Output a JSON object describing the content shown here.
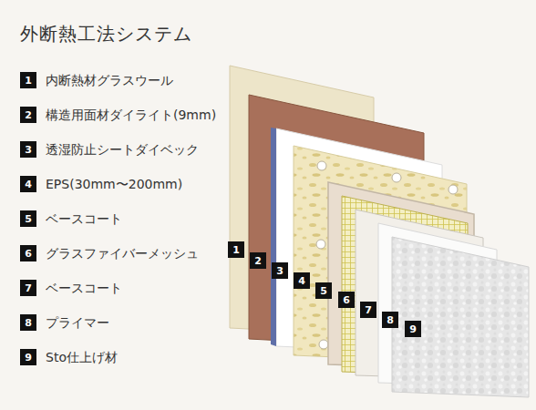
{
  "diagram": {
    "title": "外断熱工法システム",
    "nodes": [
      {
        "text": [
          "1",
          "内断熱材グラスウール"
        ]
      },
      {
        "text": [
          "2",
          "構造用面材ダイライト(9mm)"
        ]
      },
      {
        "text": [
          "3",
          "透湿防止シートダイベック"
        ]
      },
      {
        "text": [
          "4",
          "EPS(30mm〜200mm)"
        ]
      },
      {
        "text": [
          "5",
          "ベースコート"
        ]
      },
      {
        "text": [
          "6",
          "グラスファイバーメッシュ"
        ]
      },
      {
        "text": [
          "7",
          "ベースコート"
        ]
      },
      {
        "text": [
          "8",
          "プライマー"
        ]
      },
      {
        "text": [
          "9",
          "Sto仕上げ材"
        ]
      },
      {
        "text": [
          "1"
        ]
      },
      {
        "text": [
          "2"
        ]
      },
      {
        "text": [
          "3"
        ]
      },
      {
        "text": [
          "4"
        ]
      },
      {
        "text": [
          "5"
        ]
      },
      {
        "text": [
          "6"
        ]
      },
      {
        "text": [
          "7"
        ]
      },
      {
        "text": [
          "8"
        ]
      },
      {
        "text": [
          "9"
        ]
      }
    ]
  }
}
